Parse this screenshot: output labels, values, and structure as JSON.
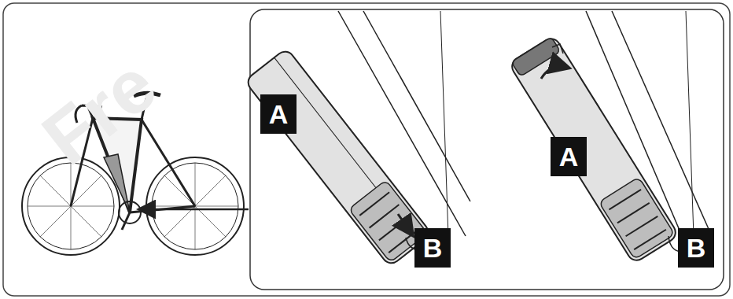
{
  "diagram": {
    "labels": [
      "Fre",
      "A",
      "B",
      "A",
      "B"
    ]
  }
}
